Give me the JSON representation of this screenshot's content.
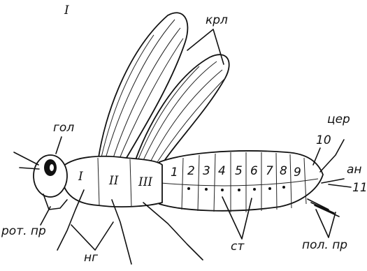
{
  "figure": {
    "number_mark": "I",
    "labels": {
      "head": "гол",
      "wings": "крл",
      "cerci": "цер",
      "anus": "ан",
      "spiracles": "ст",
      "legs": "нг",
      "mouthparts": "рот. пр",
      "genital_appendages": "пол. пр",
      "tail_num_10": "10",
      "tail_num_11": "11"
    },
    "thorax_segments": [
      "I",
      "II",
      "III"
    ],
    "abdomen_segments": [
      "1",
      "2",
      "3",
      "4",
      "5",
      "6",
      "7",
      "8",
      "9"
    ]
  }
}
